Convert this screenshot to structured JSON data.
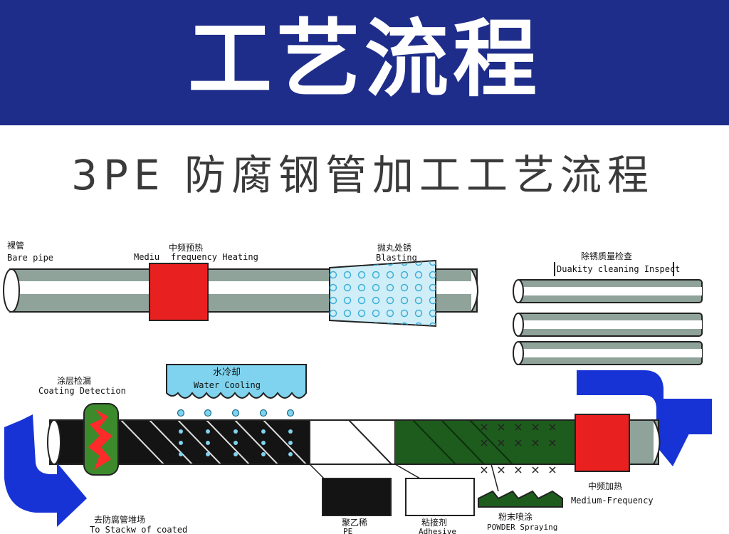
{
  "header": {
    "title": "工艺流程",
    "subtitle": "3PE 防腐钢管加工工艺流程"
  },
  "labels": {
    "bare_pipe_cn": "裸管",
    "bare_pipe_en": "Bare pipe",
    "preheat_cn": "中频预热",
    "preheat_en_1": "Mediu",
    "preheat_en_2": "frequency Heating",
    "blasting_cn": "抛丸处锈",
    "blasting_en": "Blasting",
    "inspect_cn": "除锈质量检查",
    "inspect_en": "Duakity cleaning Inspect",
    "water_cooling_cn": "水冷却",
    "water_cooling_en": "Water Cooling",
    "coating_detection_cn": "涂层检漏",
    "coating_detection_en": "Coating Detection",
    "stack_cn": "去防腐管堆场",
    "stack_en": "To Stackw of coated",
    "pe_cn": "聚乙稀",
    "pe_en": "PE",
    "adhesive_cn": "粘接剂",
    "adhesive_en": "Adhesive",
    "powder_cn": "粉末喷涂",
    "powder_en": "POWDER Spraying",
    "heating_cn": "中频加热",
    "heating_en": "Medium-Frequency"
  },
  "colors": {
    "banner": "#1f2d8a",
    "heater": "#e82020",
    "arrow": "#1733d6",
    "cooling": "#7fd3ee",
    "pipe_body": "#8fa39a",
    "coated_pipe": "#141414",
    "epoxy_green": "#1d5c1d"
  }
}
